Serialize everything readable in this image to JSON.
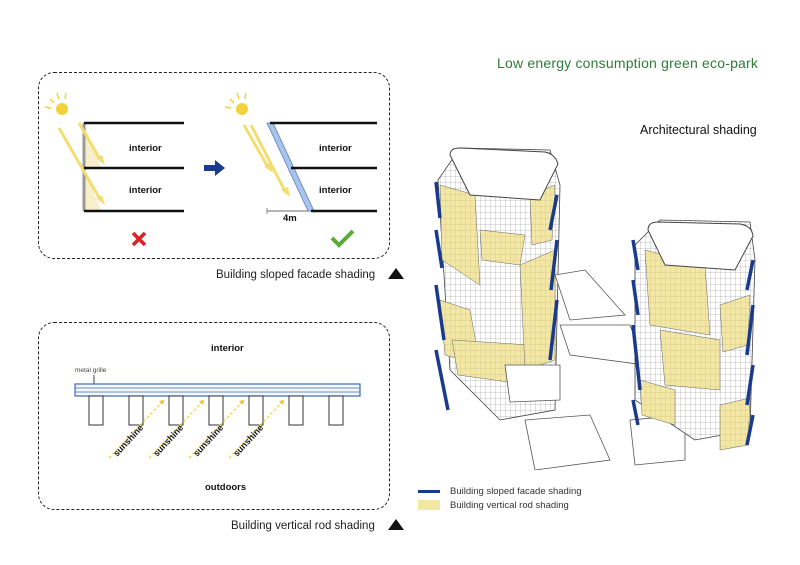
{
  "header": {
    "title": "Low energy consumption green eco-park",
    "subtitle": "Architectural shading"
  },
  "colors": {
    "title_green": "#2f7a3a",
    "sun_yellow": "#f2d23a",
    "ray_yellow": "#f3dd70",
    "slope_blue": "#a9c4ea",
    "arrow_navy": "#1a3a8c",
    "cross_red": "#d8232a",
    "check_green": "#5aaa3a",
    "rod_fill": "#f2e7a6"
  },
  "panel_sloped": {
    "left_labels": [
      "interior",
      "interior"
    ],
    "right_labels": [
      "interior",
      "interior"
    ],
    "dimension": "4m",
    "bad_icon": "cross-icon",
    "good_icon": "check-icon",
    "transition_icon": "arrow-right-icon",
    "caption": "Building sloped facade shading"
  },
  "panel_vertical": {
    "interior_label": "interior",
    "outdoors_label": "outdoors",
    "grille_label": "metal grille",
    "sun_labels": [
      "sunshine",
      "sunshine",
      "sunshine",
      "sunshine"
    ],
    "rod_count": 7,
    "caption": "Building vertical rod shading"
  },
  "legend": {
    "items": [
      {
        "label": "Building sloped facade shading",
        "swatch": "line",
        "color": "#1a3a8c"
      },
      {
        "label": "Building vertical rod shading",
        "swatch": "fill",
        "color": "#f2e7a6"
      }
    ]
  }
}
